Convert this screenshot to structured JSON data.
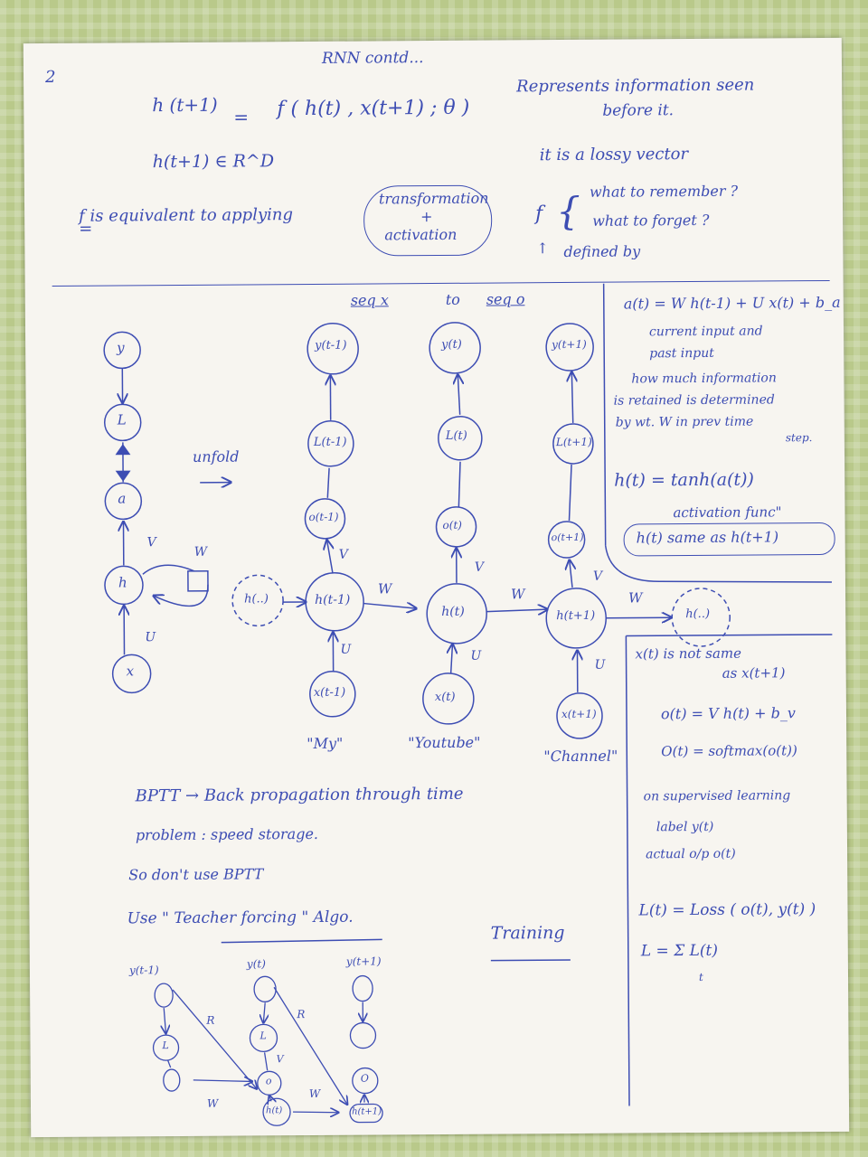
{
  "page_number": "2",
  "title": "RNN contd...",
  "top": {
    "eq_h_lhs": "h (t+1)",
    "eq_equals": "=",
    "eq_h_rhs": "f ( h(t) , x(t+1) ; θ )",
    "represents_1": "Represents information seen",
    "represents_2": "before it.",
    "h_belongs": "h(t+1)  ∈ R^D",
    "lossy": "it is a lossy vector",
    "equivalent": "f is equivalent to applying",
    "transformation": "transformation",
    "plus": "+",
    "activation": "activation",
    "f_letter": "f",
    "what_remember": "what to remember ?",
    "what_forget": "what to forget ?",
    "defined_by": "defined by"
  },
  "seq_header": {
    "seq_x": "seq x",
    "to": "to",
    "seq_o": "seq o"
  },
  "folded": {
    "y": "y",
    "L": "L",
    "a": "a",
    "h": "h",
    "x": "x",
    "V": "V",
    "U": "U",
    "W": "W",
    "unfold": "unfold"
  },
  "unrolled": {
    "h_prev": "h(..)",
    "columns": [
      {
        "y": "y(t-1)",
        "L": "L(t-1)",
        "o": "o(t-1)",
        "h": "h(t-1)",
        "x": "x(t-1)",
        "word": "\"My\""
      },
      {
        "y": "y(t)",
        "L": "L(t)",
        "o": "o(t)",
        "h": "h(t)",
        "x": "x(t)",
        "word": "\"Youtube\""
      },
      {
        "y": "y(t+1)",
        "L": "L(t+1)",
        "o": "o(t+1)",
        "h": "h(t+1)",
        "x": "x(t+1)",
        "word": "\"Channel\""
      }
    ],
    "h_next": "h(..)",
    "V": "V",
    "U": "U",
    "W": "W"
  },
  "right_box": {
    "a_eq": "a(t) = W h(t-1) + U x(t) + b_a",
    "a_desc_1": "current input and",
    "a_desc_2": "past input",
    "a_desc_3": "how much information",
    "a_desc_4": "is retained is determined",
    "a_desc_5": "by wt. W in prev time",
    "a_desc_6": "step.",
    "h_eq": "h(t) = tanh(a(t))",
    "activation_func": "activation func\"",
    "h_same": "h(t) same as h(t+1)"
  },
  "right_lower": {
    "x_not_same_1": "x(t)  is not same",
    "x_not_same_2": "as x(t+1)",
    "o_eq": "o(t) = V h(t) + b_v",
    "softmax_eq": "O(t) = softmax(o(t))",
    "supervised": "on supervised learning",
    "label": "label y(t)",
    "actual": "actual o/p o(t)",
    "loss_t": "L(t)  = Loss ( o(t), y(t) )",
    "loss_total": "L =  Σ  L(t)",
    "loss_sub": "t"
  },
  "bottom": {
    "bptt": "BPTT  →  Back propagation through time",
    "problem": "problem :   speed storage.",
    "so": "So   don't  use   BPTT",
    "use": "Use   \" Teacher forcing \"   Algo.",
    "training": "Training",
    "diag": {
      "y_labels": [
        "y(t-1)",
        "y(t)",
        "y(t+1)"
      ],
      "L": "L",
      "o": "o",
      "O": "O",
      "R": "R",
      "W": "W",
      "V": "V",
      "h_labels": [
        "h(t)",
        "h(t+1)"
      ]
    }
  },
  "colors": {
    "ink": "#3d4db3",
    "paper": "#f7f5f0",
    "tablecloth": "#b9c98a"
  }
}
